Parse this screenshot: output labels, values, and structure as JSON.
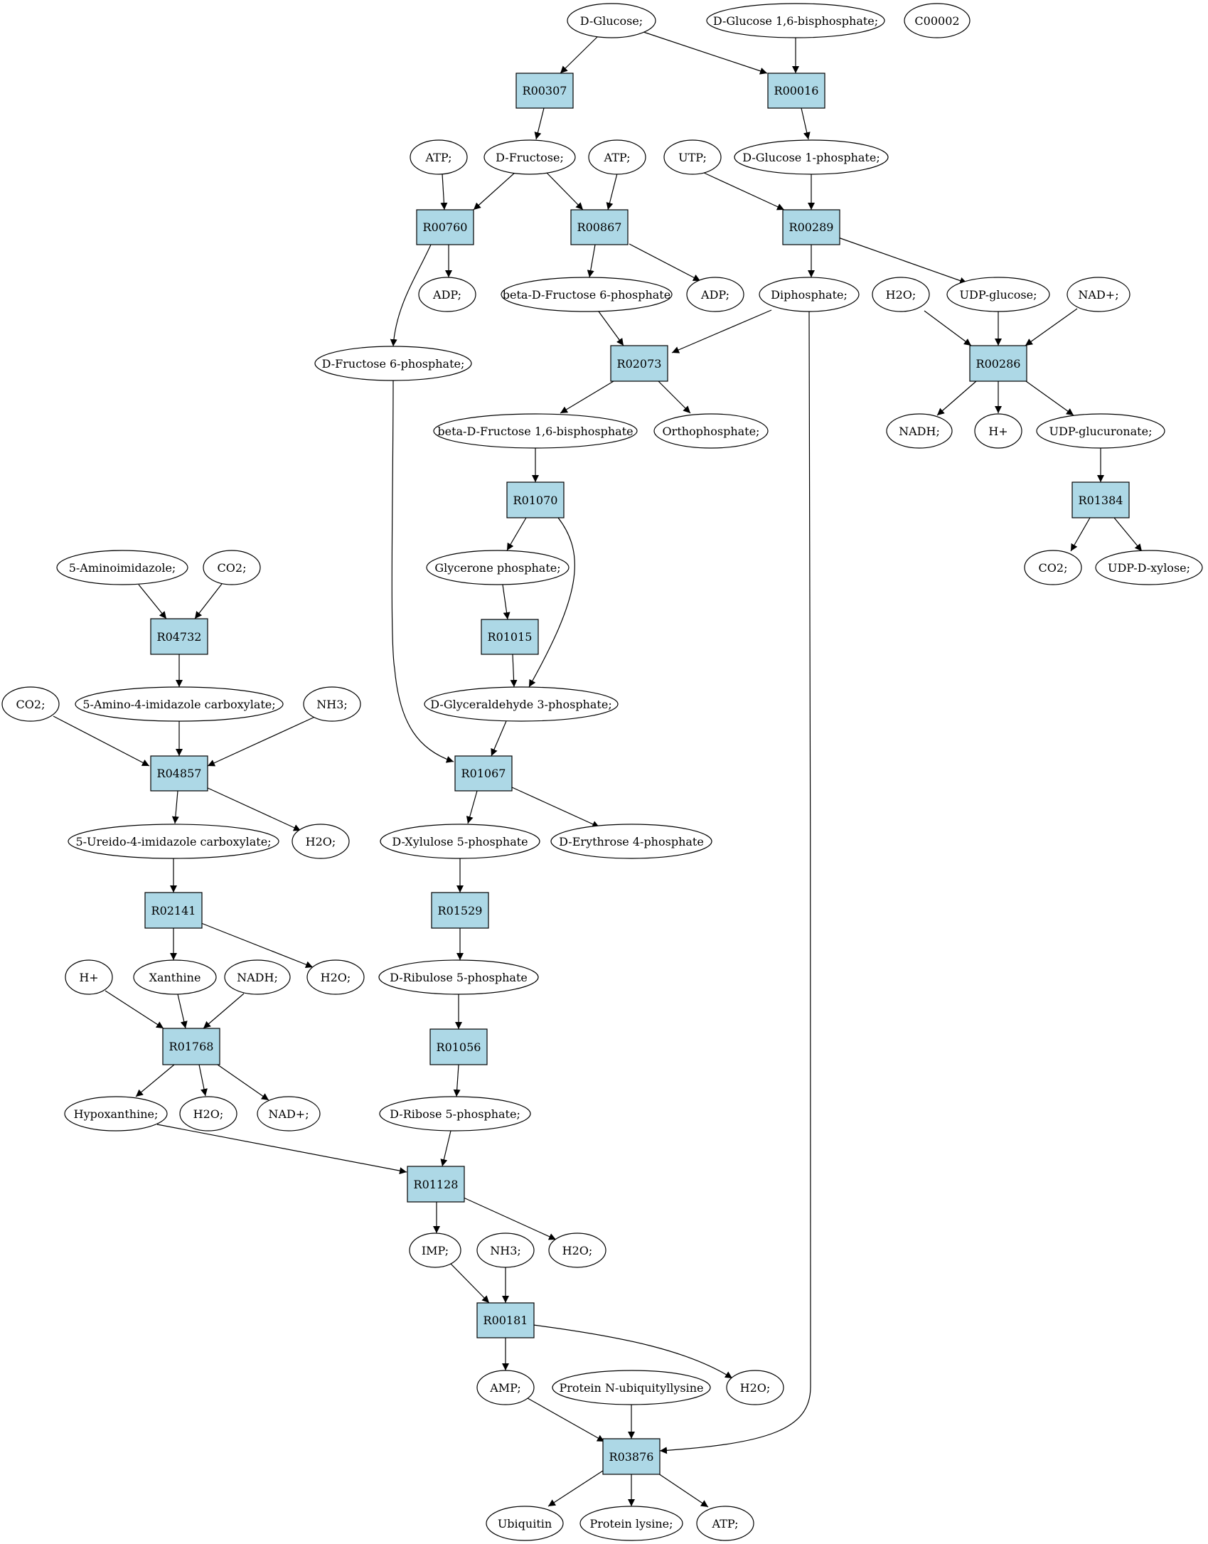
{
  "colors": {
    "reaction_fill": "#add8e6",
    "compound_fill": "#ffffff",
    "source_compound_fill": "#00ee00",
    "highlight_compound_fill": "#ffff00",
    "edge": "#000000"
  },
  "reactions": {
    "R00307": "R00307",
    "R00016": "R00016",
    "R00760": "R00760",
    "R00867": "R00867",
    "R00289": "R00289",
    "R02073": "R02073",
    "R00286": "R00286",
    "R01070": "R01070",
    "R01384": "R01384",
    "R04732": "R04732",
    "R01015": "R01015",
    "R04857": "R04857",
    "R01067": "R01067",
    "R02141": "R02141",
    "R01529": "R01529",
    "R01768": "R01768",
    "R01056": "R01056",
    "R01128": "R01128",
    "R00181": "R00181",
    "R03876": "R03876"
  },
  "compounds": {
    "d_glucose": "D-Glucose;",
    "d_glucose_16bp": "D-Glucose 1,6-bisphosphate;",
    "c00002": "C00002",
    "d_fructose": "D-Fructose;",
    "atp_1": "ATP;",
    "atp_2": "ATP;",
    "utp": "UTP;",
    "d_glucose_1p": "D-Glucose 1-phosphate;",
    "adp_1": "ADP;",
    "beta_f6p": "beta-D-Fructose 6-phosphate",
    "adp_2": "ADP;",
    "diphosphate": "Diphosphate;",
    "h2o_1": "H2O;",
    "udp_glucose": "UDP-glucose;",
    "nad_1": "NAD+;",
    "d_f6p": "D-Fructose 6-phosphate;",
    "beta_f16bp": "beta-D-Fructose 1,6-bisphosphate",
    "orthophosphate": "Orthophosphate;",
    "nadh_1": "NADH;",
    "h_1": "H+",
    "udp_glucuronate": "UDP-glucuronate;",
    "aminoimidazole": "5-Aminoimidazole;",
    "co2_1": "CO2;",
    "glycerone_p": "Glycerone phosphate;",
    "co2_2": "CO2;",
    "udp_xylose": "UDP-D-xylose;",
    "co2_3": "CO2;",
    "amino_imidazole_carbox": "5-Amino-4-imidazole carboxylate;",
    "nh3_1": "NH3;",
    "g3p": "D-Glyceraldehyde 3-phosphate;",
    "ureido_imidazole_carbox": "5-Ureido-4-imidazole carboxylate;",
    "h2o_2": "H2O;",
    "xylulose_5p": "D-Xylulose 5-phosphate",
    "erythrose_4p": "D-Erythrose 4-phosphate",
    "h_2": "H+",
    "xanthine": "Xanthine",
    "nadh_2": "NADH;",
    "h2o_3": "H2O;",
    "ribulose_5p": "D-Ribulose 5-phosphate",
    "hypoxanthine": "Hypoxanthine;",
    "h2o_4": "H2O;",
    "nad_2": "NAD+;",
    "ribose_5p": "D-Ribose 5-phosphate;",
    "imp": "IMP;",
    "nh3_2": "NH3;",
    "h2o_5": "H2O;",
    "amp": "AMP;",
    "protein_n_ubiq": "Protein N-ubiquityllysine",
    "h2o_6": "H2O;",
    "ubiquitin": "Ubiquitin",
    "protein_lysine": "Protein lysine;",
    "atp_3": "ATP;"
  }
}
